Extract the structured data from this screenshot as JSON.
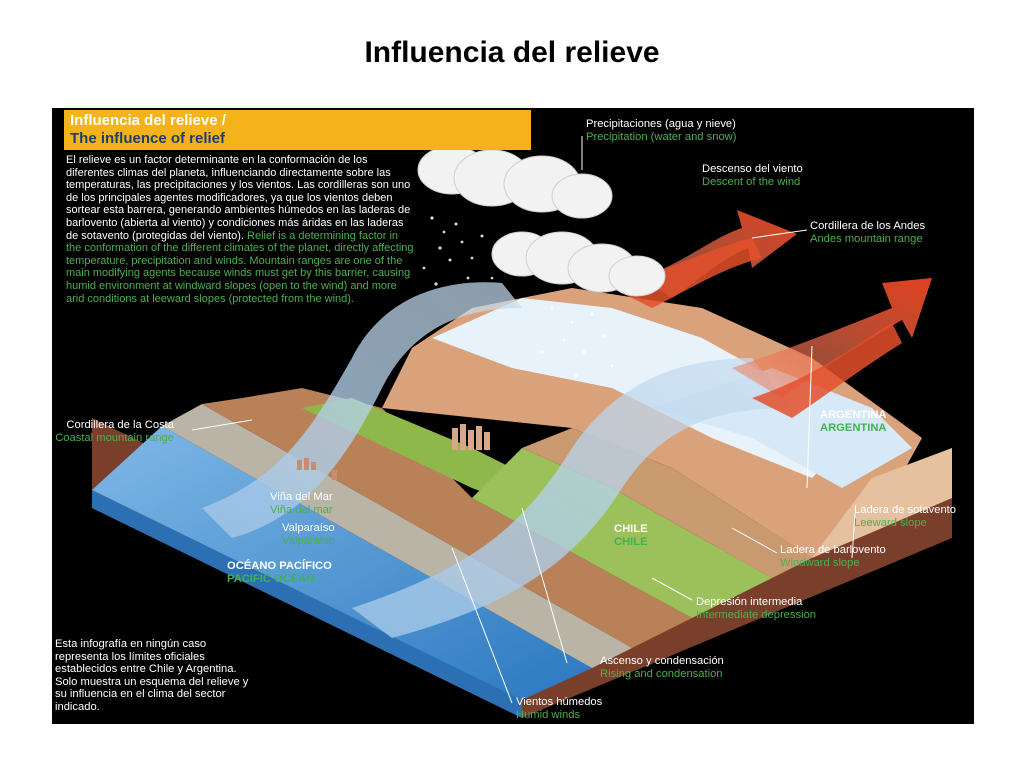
{
  "slide": {
    "title": "Influencia del relieve"
  },
  "header": {
    "title_es": "Influencia del relieve /",
    "title_en": "The influence of relief"
  },
  "intro": {
    "es": "El relieve es un factor determinante en la conformación de los diferentes climas del planeta, influenciando directamente sobre las temperaturas, las precipitaciones y los vientos. Las cordilleras son uno de los principales agentes modificadores, ya que los vientos deben sortear esta barrera, generando ambientes húmedos en las laderas de barlovento (abierta al viento) y condiciones más áridas en las laderas de sotavento (protegidas del viento).",
    "en": "Relief is a determining factor in the conformation of the different climates of the planet, directly affecting temperature, precipitation and winds. Mountain ranges are one of the main modifying agents because winds must get by this barrier, causing humid environment at windward slopes (open to the wind) and more arid conditions at leeward slopes (protected from the wind)."
  },
  "disclaimer": "Esta infografía en ningún caso representa los límites oficiales establecidos entre Chile y Argentina. Solo muestra un esquema del relieve y su influencia en el clima del sector indicado.",
  "labels": {
    "precip": {
      "es": "Precipitaciones (agua y nieve)",
      "en": "Precipitation (water and snow)"
    },
    "descent": {
      "es": "Descenso del viento",
      "en": "Descent of the wind"
    },
    "andes": {
      "es": "Cordillera de los Andes",
      "en": "Andes mountain range"
    },
    "coastal": {
      "es": "Cordillera de la Costa",
      "en": "Coastal mountain range"
    },
    "vina": {
      "es": "Viña del Mar",
      "en": "Viña del mar"
    },
    "valpo": {
      "es": "Valparaíso",
      "en": "Valparaíso"
    },
    "ocean": {
      "es": "OCÉANO PACÍFICO",
      "en": "PACIFIC OCEAN"
    },
    "chile": {
      "es": "CHILE",
      "en": "CHILE"
    },
    "argentina": {
      "es": "ARGENTINA",
      "en": "ARGENTINA"
    },
    "leeward": {
      "es": "Ladera de sotavento",
      "en": "Leeward slope"
    },
    "windward": {
      "es": "Ladera de barlovento",
      "en": "Windward slope"
    },
    "depression": {
      "es": "Depresión intermedia",
      "en": "Intermediate depression"
    },
    "rising": {
      "es": "Ascenso y condensación",
      "en": "Rising and condensation"
    },
    "humid": {
      "es": "Vientos húmedos",
      "en": "Humid winds"
    }
  },
  "colors": {
    "header_band": "#f5b31a",
    "english_text": "#4caf50",
    "ocean": "#3d8fd0",
    "wind_arrow_humid": "#a8c8e8",
    "wind_arrow_dry": "#e4502c"
  },
  "icons": [
    "cloud-icon",
    "wind-arrow-icon",
    "mountain-icon",
    "city-icon"
  ]
}
